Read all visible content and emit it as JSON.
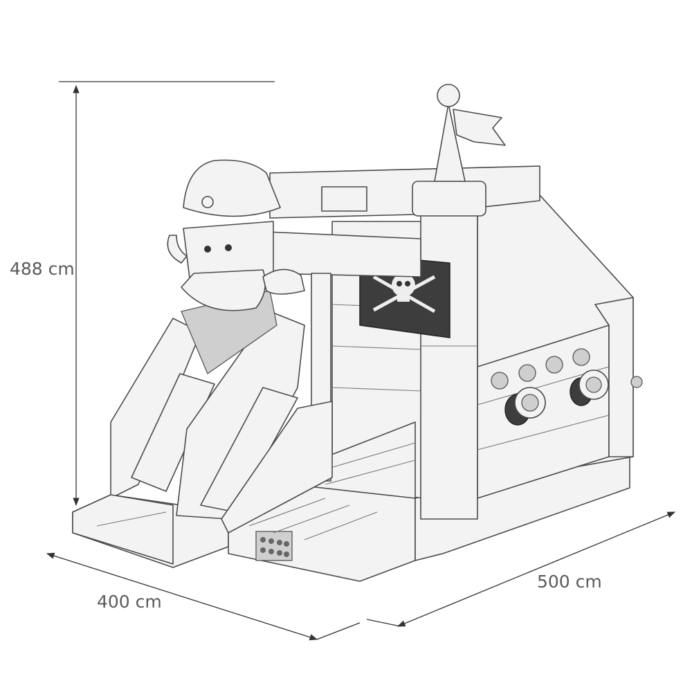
{
  "dimensions": {
    "height": {
      "value": 488,
      "unit": "cm",
      "label": "488 cm"
    },
    "width": {
      "value": 400,
      "unit": "cm",
      "label": "400 cm"
    },
    "length": {
      "value": 500,
      "unit": "cm",
      "label": "500 cm"
    }
  },
  "colors": {
    "line": "#4a4a4a",
    "fill": "#f3f3f3",
    "text": "#5a5a5a"
  }
}
